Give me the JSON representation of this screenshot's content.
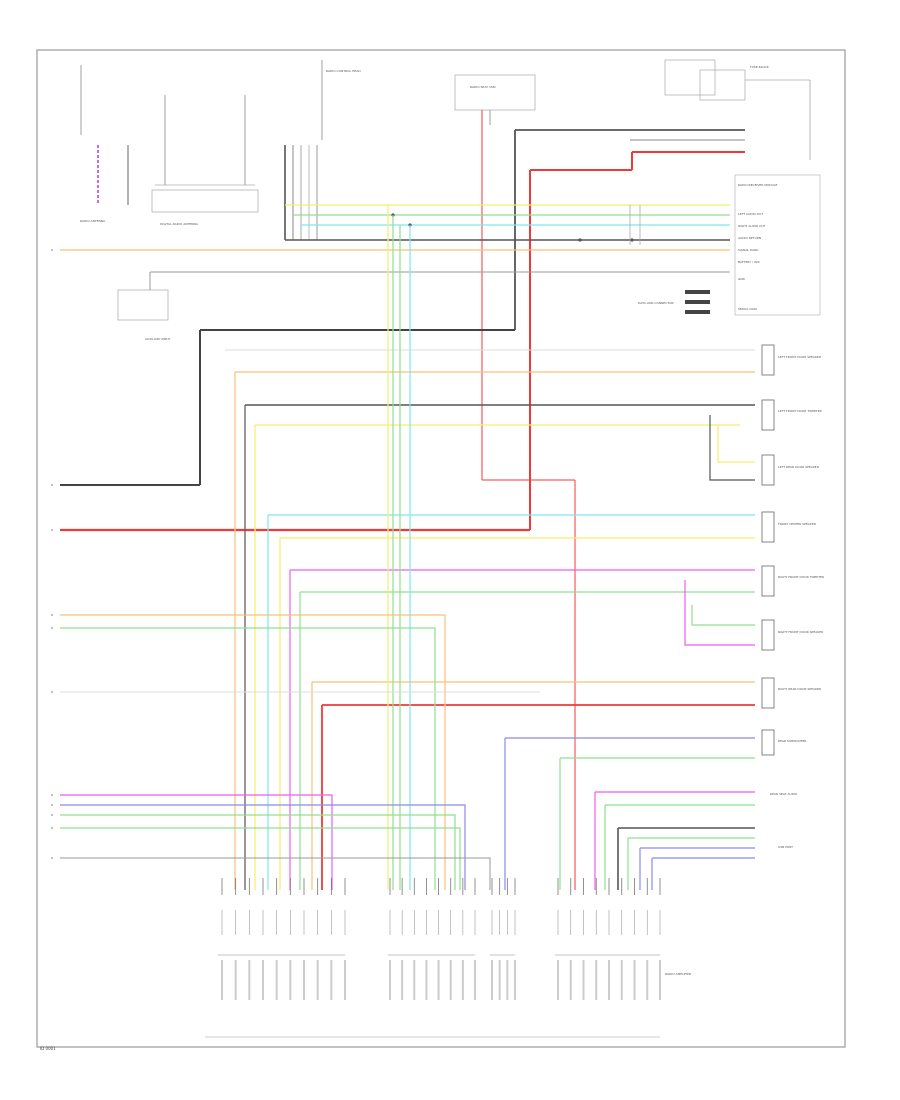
{
  "diagram": {
    "labels": {
      "radio_antenna": "RADIO ANTENNA",
      "digital_radio_antenna": "DIGITAL RADIO ANTENNA",
      "radio_control_head": "RADIO CONTROL HEAD",
      "radio_seat_vsm": "RADIO SEAT VSM",
      "radio_module_block": "RADIO RECEIVER MODULE",
      "left_audio_out": "LEFT AUDIO OUT",
      "right_audio_out": "RIGHT AUDIO OUT",
      "audio_return": "AUDIO RETURN",
      "signal_dark": "SIGNAL DARK",
      "battery": "BATTERY / IGN",
      "ground": "GND",
      "data_link": "DATA LINK CONNECTOR",
      "serial_data": "SERIAL DATA",
      "auxiliary_jack": "AUXILIARY INPUT",
      "lf_front_door_speaker": "LEFT FRONT DOOR SPEAKER",
      "lf_front_door_tweeter": "LEFT FRONT DOOR TWEETER",
      "lf_rear_door_speaker": "LEFT REAR DOOR SPEAKER",
      "center_speaker": "FRONT CENTER SPEAKER",
      "rf_front_door_tweeter": "RIGHT FRONT DOOR TWEETER",
      "rf_front_door_speaker": "RIGHT FRONT DOOR SPEAKER",
      "rr_door_speaker": "RIGHT REAR DOOR SPEAKER",
      "rear_subwoofer": "REAR SUBWOOFER",
      "rear_seat_controls": "REAR SEAT AUDIO",
      "ipod_usb": "USB PORT",
      "fuse_block": "FUSE BLOCK",
      "radio_amplifier": "RADIO AMPLIFIER",
      "figure_id": "ID 0001"
    },
    "wire_colors": {
      "orange": "#f5c27a",
      "red": "#f03a3a",
      "dark_gray": "#555555",
      "gray": "#999999",
      "light_gray": "#cccccc",
      "yellow": "#f6ee6a",
      "cyan": "#7fe6f2",
      "green": "#8fe08f",
      "magenta": "#f05cf0",
      "light_orange": "#f8d9a8",
      "blue": "#8a8af0",
      "violet": "#c86ae8",
      "dark": "#333333"
    }
  }
}
